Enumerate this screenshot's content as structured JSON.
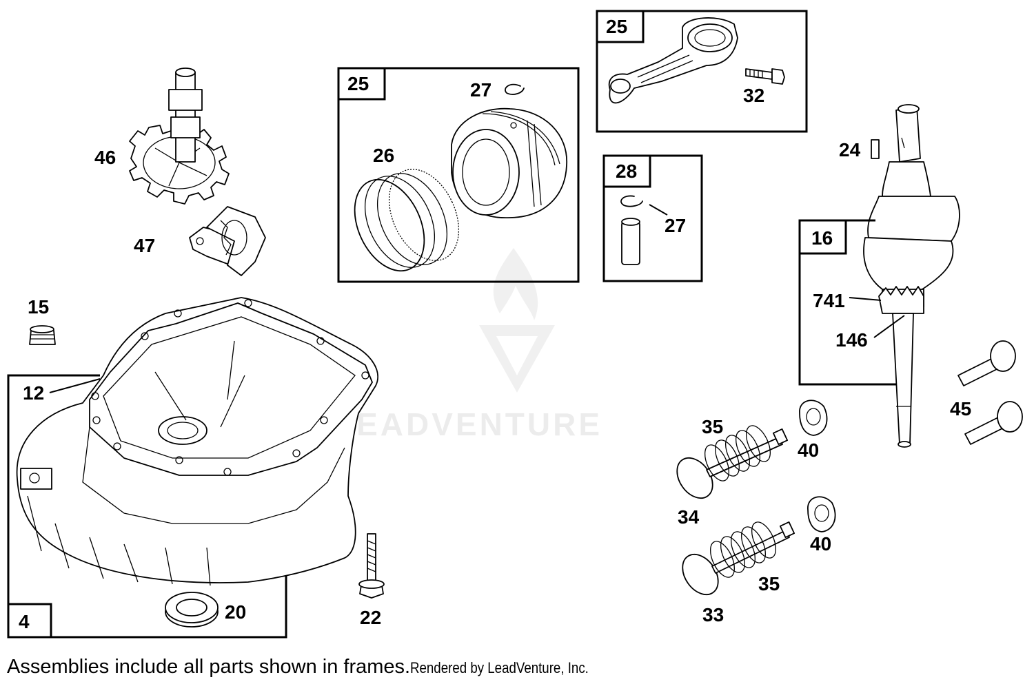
{
  "diagram": {
    "frames": [
      {
        "id": "crankcase-frame",
        "label": "4"
      },
      {
        "id": "piston-frame",
        "label": "25"
      },
      {
        "id": "connecting-rod-frame",
        "label": "25"
      },
      {
        "id": "piston-pin-frame",
        "label": "28"
      },
      {
        "id": "crankshaft-frame",
        "label": "16"
      }
    ],
    "callouts": {
      "c46": "46",
      "c47": "47",
      "c15": "15",
      "c12": "12",
      "c20": "20",
      "c22": "22",
      "c27a": "27",
      "c26": "26",
      "c32": "32",
      "c27b": "27",
      "c24": "24",
      "c741": "741",
      "c146": "146",
      "c45": "45",
      "c35a": "35",
      "c40a": "40",
      "c34": "34",
      "c40b": "40",
      "c35b": "35",
      "c33": "33"
    },
    "watermark": "LEADVENTURE"
  },
  "footer": {
    "note": "Assemblies include all parts shown in frames.",
    "rendered_by": "Rendered by LeadVenture, Inc."
  }
}
